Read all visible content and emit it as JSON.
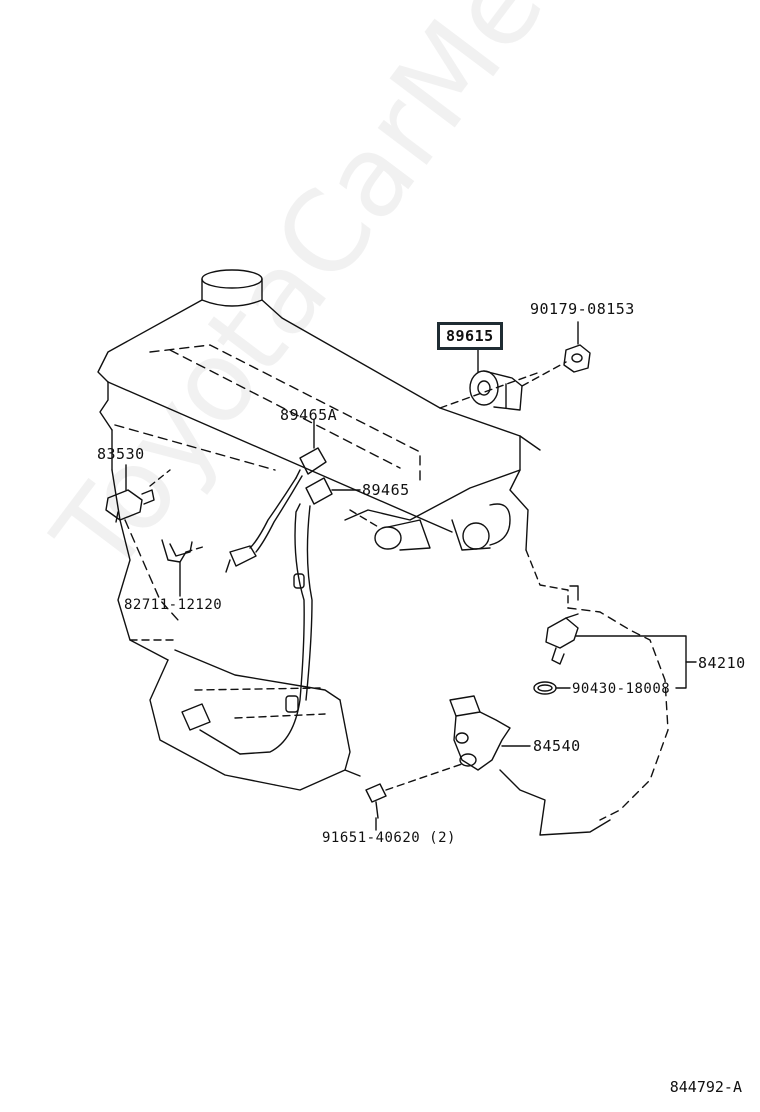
{
  "diagram": {
    "watermark": "ToyotaCarMe.ru",
    "figure_id": "844792-A",
    "highlighted_part": "89615",
    "labels": {
      "p90179": "90179-08153",
      "p89615": "89615",
      "p89465A": "89465A",
      "p89465": "89465",
      "p83530": "83530",
      "p82711": "82711-12120",
      "p84210": "84210",
      "p90430": "90430-18008",
      "p84540": "84540",
      "p91651": "91651-40620 (2)"
    }
  }
}
